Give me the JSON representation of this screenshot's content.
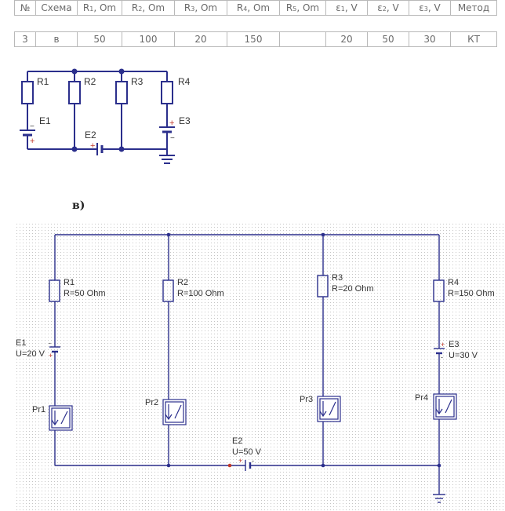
{
  "table": {
    "headers": [
      "№",
      "Схема",
      "R",
      "R",
      "R",
      "R",
      "R",
      "ε",
      "ε",
      "ε",
      "Метод"
    ],
    "header_subs": [
      "",
      "",
      "1",
      "2",
      "3",
      "4",
      "5",
      "1",
      "2",
      "3",
      ""
    ],
    "header_units": [
      "",
      "",
      ", Om",
      ", Om",
      ", Om",
      ", Om",
      ", Om",
      ", V",
      ", V",
      ", V",
      ""
    ],
    "row": [
      "3",
      "в",
      "50",
      "100",
      "20",
      "150",
      "",
      "20",
      "50",
      "30",
      "КТ"
    ]
  },
  "schematic": {
    "labels": {
      "r1": "R1",
      "r2": "R2",
      "r3": "R3",
      "r4": "R4",
      "e1": "E1",
      "e2": "E2",
      "e3": "E3"
    },
    "plus": "+",
    "minus": "−"
  },
  "variant_label": "в)",
  "simulation": {
    "r1": {
      "name": "R1",
      "value": "R=50 Ohm"
    },
    "r2": {
      "name": "R2",
      "value": "R=100 Ohm"
    },
    "r3": {
      "name": "R3",
      "value": "R=20 Ohm"
    },
    "r4": {
      "name": "R4",
      "value": "R=150 Ohm"
    },
    "e1": {
      "name": "E1",
      "value": "U=20 V"
    },
    "e2": {
      "name": "E2",
      "value": "U=50 V"
    },
    "e3": {
      "name": "E3",
      "value": "U=30 V"
    },
    "pr1": "Pr1",
    "pr2": "Pr2",
    "pr3": "Pr3",
    "pr4": "Pr4",
    "plus": "+",
    "minus": "-"
  },
  "colors": {
    "wire": "#2b2f8c",
    "grid": "#c4c4c4",
    "text": "#333333",
    "table_text": "#6a6a6a",
    "node_red": "#c0392b"
  }
}
